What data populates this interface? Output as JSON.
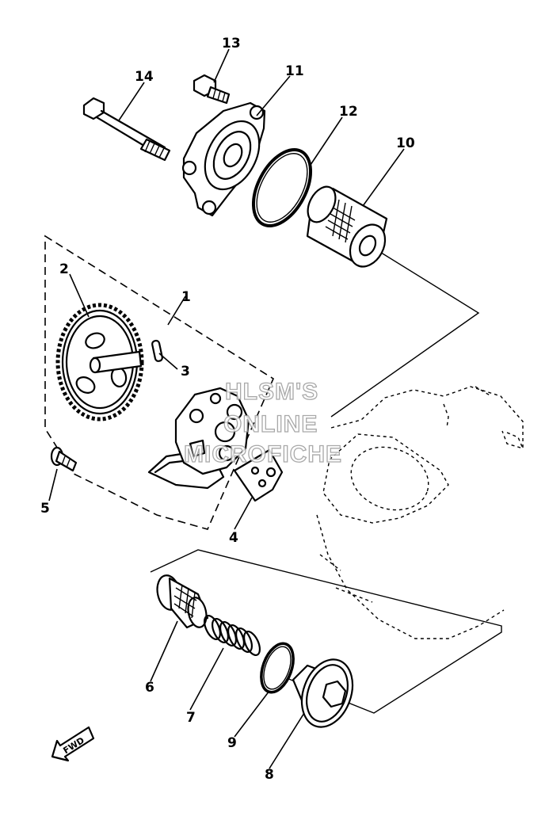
{
  "diagram": {
    "callouts": [
      "1",
      "2",
      "3",
      "4",
      "5",
      "6",
      "7",
      "8",
      "9",
      "10",
      "11",
      "12",
      "13",
      "14"
    ],
    "watermark": [
      "HLSM'S",
      "ONLINE",
      "MICROFICHE"
    ],
    "fwd_label": "FWD",
    "ink_color": "#000000",
    "watermark_color": "#9a9a9a"
  }
}
